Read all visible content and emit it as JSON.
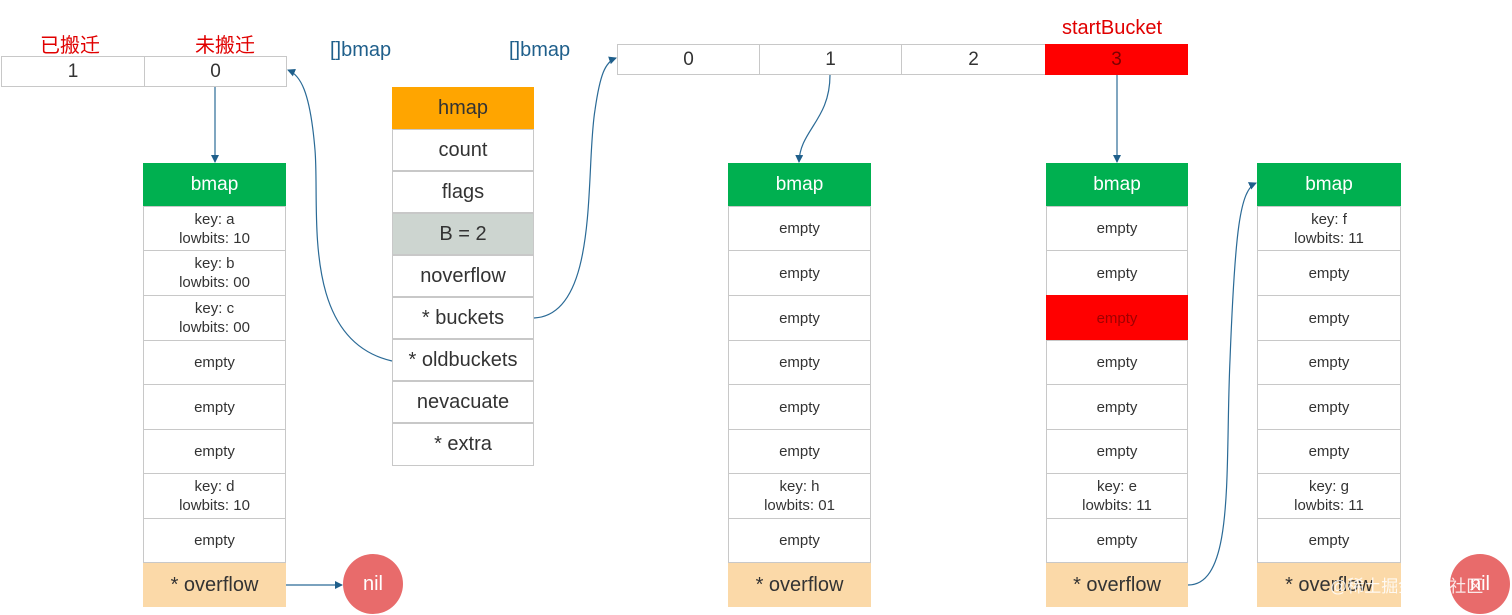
{
  "labels": {
    "migrated": "已搬迁",
    "not_migrated": "未搬迁",
    "old_array": "[]bmap",
    "new_array": "[]bmap",
    "start_bucket": "startBucket"
  },
  "old_array": [
    "1",
    "0"
  ],
  "new_array": [
    "0",
    "1",
    "2",
    "3"
  ],
  "hmap": {
    "title": "hmap",
    "fields": [
      "count",
      "flags",
      "B = 2",
      "noverflow",
      "* buckets",
      "* oldbuckets",
      "nevacuate",
      "* extra"
    ]
  },
  "buckets": {
    "old_bucket_0": {
      "header": "bmap",
      "slots": [
        "key: a\nlowbits: 10",
        "key: b\nlowbits: 00",
        "key: c\nlowbits: 00",
        "empty",
        "empty",
        "empty",
        "key: d\nlowbits: 10",
        "empty"
      ],
      "overflow": "* overflow"
    },
    "new_bucket_1": {
      "header": "bmap",
      "slots": [
        "empty",
        "empty",
        "empty",
        "empty",
        "empty",
        "empty",
        "key: h\nlowbits: 01",
        "empty"
      ],
      "overflow": "* overflow"
    },
    "new_bucket_3": {
      "header": "bmap",
      "slots": [
        "empty",
        "empty",
        "empty",
        "empty",
        "empty",
        "empty",
        "key: e\nlowbits: 11",
        "empty"
      ],
      "overflow": "* overflow"
    },
    "overflow_bucket": {
      "header": "bmap",
      "slots": [
        "key: f\nlowbits: 11",
        "empty",
        "empty",
        "empty",
        "empty",
        "empty",
        "key: g\nlowbits: 11",
        "empty"
      ],
      "overflow": "* overflow"
    }
  },
  "nil_nodes": [
    "nil",
    "nil"
  ],
  "watermark": "@稀土掘金技术社区",
  "colors": {
    "bucket_header": "#00b050",
    "overflow_slot": "#fbd9a8",
    "highlight": "#ff0000",
    "hmap_header": "#ffa500",
    "b_field": "#cdd5d0",
    "nil": "#e86b6b",
    "arrow": "#1f5f8b"
  }
}
